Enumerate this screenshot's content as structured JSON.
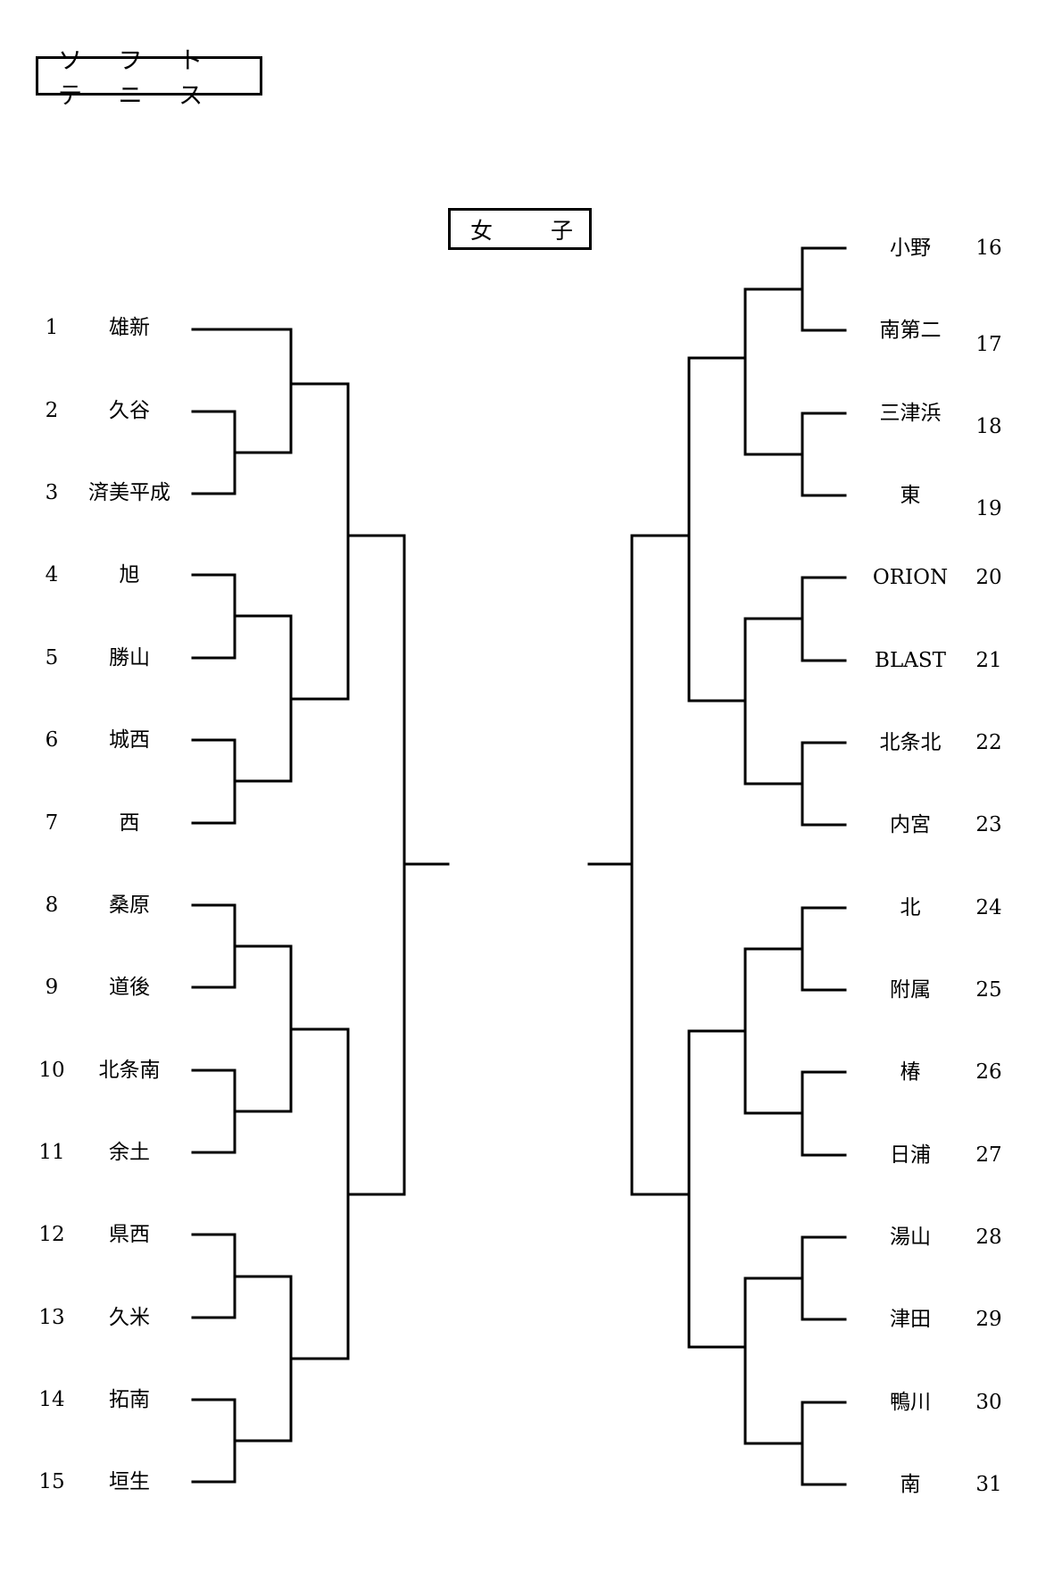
{
  "header": {
    "sport_title": "ソ フ ト テ ニ ス"
  },
  "category": {
    "left": "女",
    "right": "子"
  },
  "left_entries": [
    {
      "seed": "1",
      "name": "雄新"
    },
    {
      "seed": "2",
      "name": "久谷"
    },
    {
      "seed": "3",
      "name": "済美平成"
    },
    {
      "seed": "4",
      "name": "旭"
    },
    {
      "seed": "5",
      "name": "勝山"
    },
    {
      "seed": "6",
      "name": "城西"
    },
    {
      "seed": "7",
      "name": "西"
    },
    {
      "seed": "8",
      "name": "桑原"
    },
    {
      "seed": "9",
      "name": "道後"
    },
    {
      "seed": "10",
      "name": "北条南"
    },
    {
      "seed": "11",
      "name": "余土"
    },
    {
      "seed": "12",
      "name": "県西"
    },
    {
      "seed": "13",
      "name": "久米"
    },
    {
      "seed": "14",
      "name": "拓南"
    },
    {
      "seed": "15",
      "name": "垣生"
    }
  ],
  "right_entries": [
    {
      "seed": "16",
      "name": "小野"
    },
    {
      "seed": "17",
      "name": "南第二"
    },
    {
      "seed": "18",
      "name": "三津浜"
    },
    {
      "seed": "19",
      "name": "東"
    },
    {
      "seed": "20",
      "name": "ORION"
    },
    {
      "seed": "21",
      "name": "BLAST"
    },
    {
      "seed": "22",
      "name": "北条北"
    },
    {
      "seed": "23",
      "name": "内宮"
    },
    {
      "seed": "24",
      "name": "北"
    },
    {
      "seed": "25",
      "name": "附属"
    },
    {
      "seed": "26",
      "name": "椿"
    },
    {
      "seed": "27",
      "name": "日浦"
    },
    {
      "seed": "28",
      "name": "湯山"
    },
    {
      "seed": "29",
      "name": "津田"
    },
    {
      "seed": "30",
      "name": "鴨川"
    },
    {
      "seed": "31",
      "name": "南"
    }
  ]
}
